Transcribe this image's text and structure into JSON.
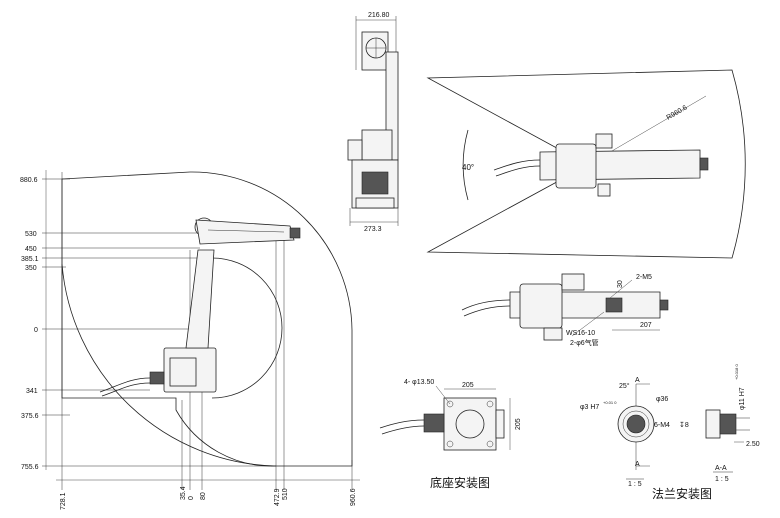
{
  "side_view": {
    "left_labels": [
      "880.6",
      "530",
      "450",
      "385.1",
      "350",
      "0",
      "341",
      "375.6",
      "755.6"
    ],
    "bottom_labels": [
      "728.1",
      "35.4",
      "0",
      "80",
      "472.9",
      "510",
      "960.6"
    ]
  },
  "back_view": {
    "top_width": "216.80",
    "base_width": "273.3"
  },
  "top_view": {
    "radius": "R960.6",
    "angle": "40°"
  },
  "plan_view": {
    "thread": "2-M5",
    "dim_30": "30",
    "dim_207": "207",
    "pipe_connector": "WS16-10",
    "pipe_size": "2-φ6气管"
  },
  "base_mount": {
    "holes": "4- φ13.50",
    "width": "205",
    "height": "205",
    "caption": "底座安装图"
  },
  "flange_mount": {
    "bore": "φ3 H7",
    "bore_tol": "+0.01 0",
    "angle": "25°",
    "section_label": "A",
    "pcd": "φ36",
    "threads": "6-M4",
    "depth_symbol": "↧8",
    "scale_left": "1 : 5",
    "section_name": "A-A",
    "scale_right": "1 : 5",
    "shaft": "φ11 H7",
    "shaft_tol": "+0.018 0",
    "depth": "2.50",
    "caption": "法兰安装图"
  }
}
